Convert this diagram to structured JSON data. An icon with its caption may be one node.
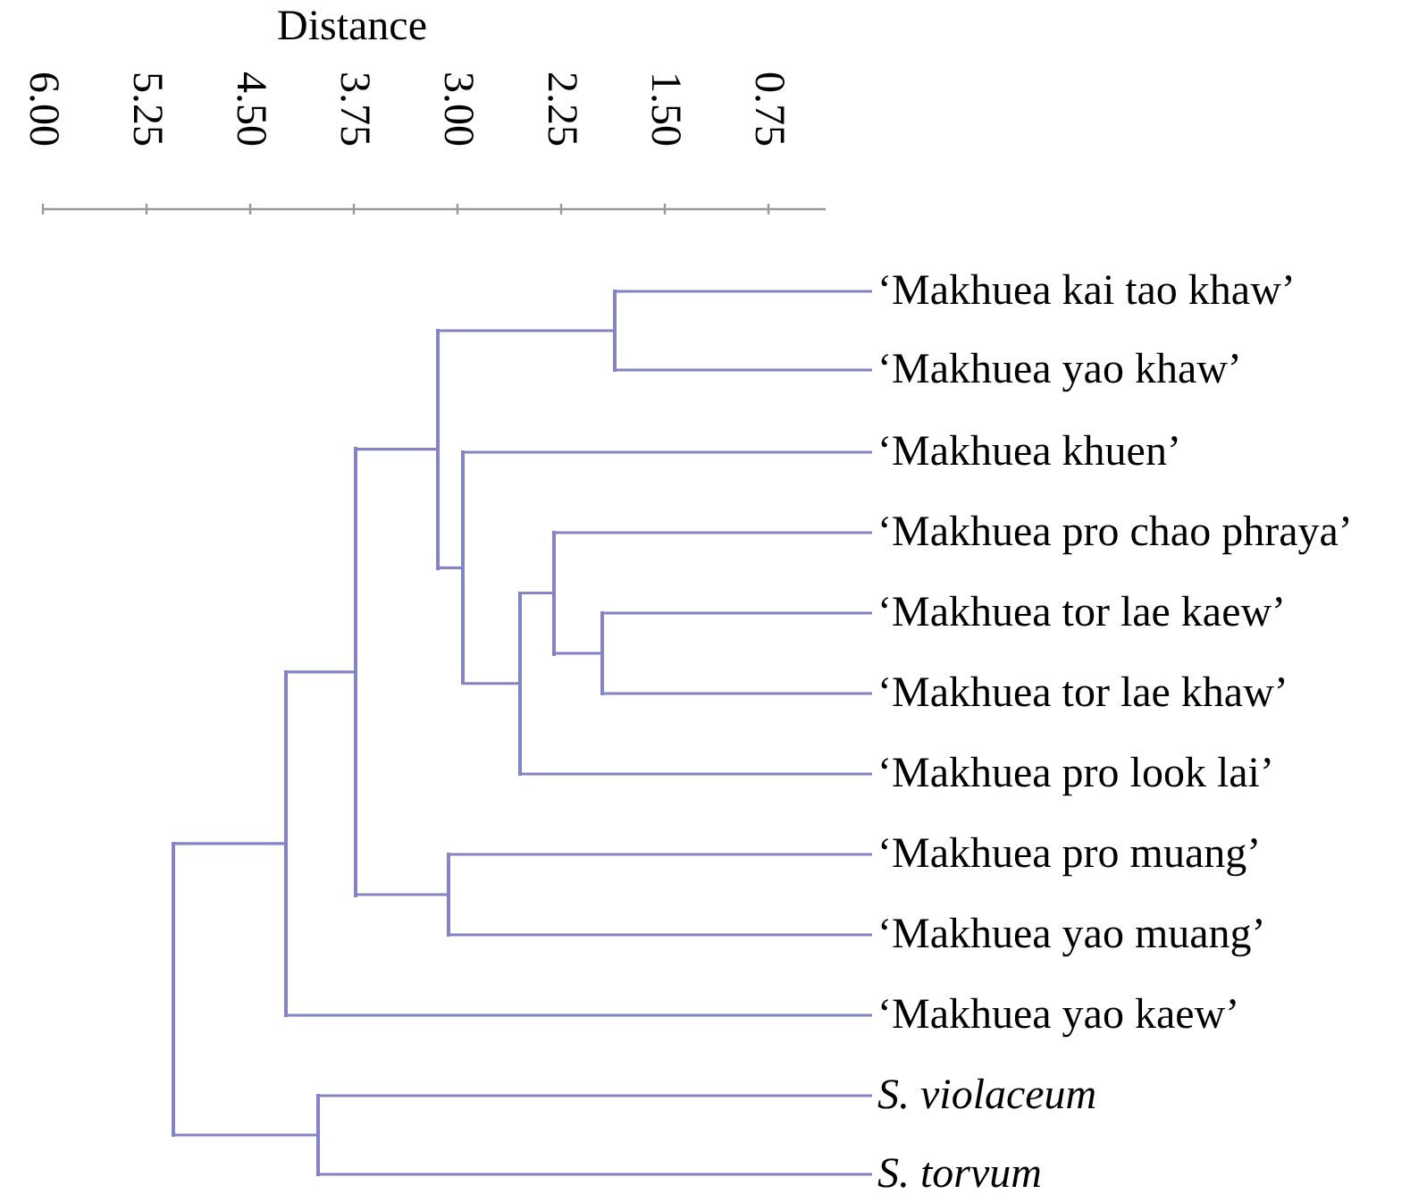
{
  "diagram": {
    "nodes": [
      {
        "text": [
          "‘Makhuea kai tao khaw’"
        ]
      },
      {
        "text": [
          "‘Makhuea yao khaw’"
        ]
      },
      {
        "text": [
          "‘Makhuea khuen’"
        ]
      },
      {
        "text": [
          "‘Makhuea pro chao phraya’"
        ]
      },
      {
        "text": [
          "‘Makhuea tor lae kaew’"
        ]
      },
      {
        "text": [
          "‘Makhuea tor lae khaw’"
        ]
      },
      {
        "text": [
          "‘Makhuea pro look lai’"
        ]
      },
      {
        "text": [
          "‘Makhuea pro muang’"
        ]
      },
      {
        "text": [
          "‘Makhuea yao muang’"
        ]
      },
      {
        "text": [
          "‘Makhuea yao kaew’"
        ]
      },
      {
        "text": [
          "S. violaceum"
        ]
      },
      {
        "text": [
          "S. torvum"
        ]
      },
      {
        "text": [],
        "shape": "bar"
      },
      {
        "text": [],
        "shape": "bar"
      },
      {
        "text": [],
        "shape": "bar"
      },
      {
        "text": [],
        "shape": "bar"
      },
      {
        "text": [],
        "shape": "bar"
      },
      {
        "text": [],
        "shape": "bar"
      },
      {
        "text": [],
        "shape": "bar"
      },
      {
        "text": [],
        "shape": "bar"
      },
      {
        "text": [],
        "shape": "bar"
      },
      {
        "text": [],
        "shape": "bar"
      },
      {
        "text": [],
        "shape": "bar"
      }
    ],
    "edges": [
      {
        "from": 12,
        "to": 0,
        "arrow": "none"
      },
      {
        "from": 12,
        "to": 1,
        "arrow": "none"
      },
      {
        "from": 13,
        "to": 4,
        "arrow": "none"
      },
      {
        "from": 13,
        "to": 5,
        "arrow": "none"
      },
      {
        "from": 14,
        "to": 3,
        "arrow": "none"
      },
      {
        "from": 14,
        "to": 13,
        "arrow": "none"
      },
      {
        "from": 15,
        "to": 14,
        "arrow": "none"
      },
      {
        "from": 15,
        "to": 6,
        "arrow": "none"
      },
      {
        "from": 16,
        "to": 2,
        "arrow": "none"
      },
      {
        "from": 16,
        "to": 15,
        "arrow": "none"
      },
      {
        "from": 17,
        "to": 12,
        "arrow": "none"
      },
      {
        "from": 17,
        "to": 16,
        "arrow": "none"
      },
      {
        "from": 18,
        "to": 7,
        "arrow": "none"
      },
      {
        "from": 18,
        "to": 8,
        "arrow": "none"
      },
      {
        "from": 19,
        "to": 17,
        "arrow": "none"
      },
      {
        "from": 19,
        "to": 18,
        "arrow": "none"
      },
      {
        "from": 20,
        "to": 19,
        "arrow": "none"
      },
      {
        "from": 20,
        "to": 9,
        "arrow": "none"
      },
      {
        "from": 21,
        "to": 10,
        "arrow": "none"
      },
      {
        "from": 21,
        "to": 11,
        "arrow": "none"
      },
      {
        "from": 22,
        "to": 20,
        "arrow": "none"
      },
      {
        "from": 22,
        "to": 21,
        "arrow": "none"
      }
    ],
    "labels": [
      "Distance",
      "6.00",
      "5.25",
      "4.50",
      "3.75",
      "3.00",
      "2.25",
      "1.50",
      "0.75"
    ]
  }
}
